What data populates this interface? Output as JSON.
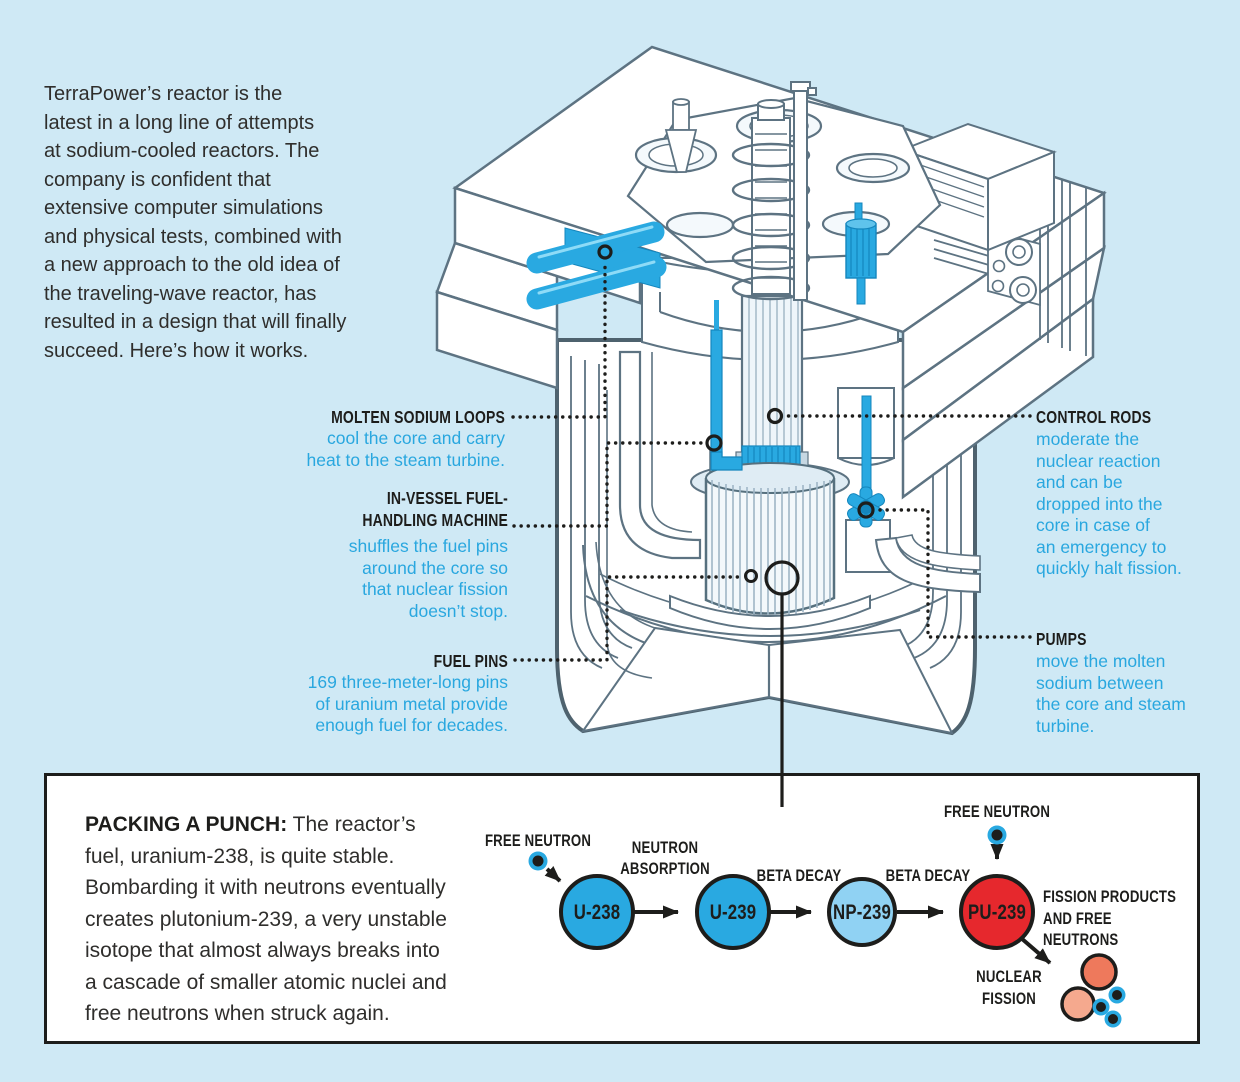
{
  "intro": {
    "text": "TerraPower’s reactor is the\nlatest in a long line of attempts\nat sodium-cooled reactors. The\ncompany is confident that\nextensive computer simulations\nand physical tests, combined with\na new approach to the old idea of\nthe traveling-wave reactor, has\nresulted in a design that will finally\nsucceed. Here’s how it works."
  },
  "callouts": {
    "molten_sodium_loops": {
      "title": "MOLTEN SODIUM LOOPS",
      "body": "cool the core and carry\nheat to the steam turbine."
    },
    "in_vessel_fuel_handling_machine": {
      "title": "IN-VESSEL FUEL-\nHANDLING MACHINE",
      "body": "shuffles the fuel pins\naround the core so\nthat nuclear fission\ndoesn’t stop."
    },
    "fuel_pins": {
      "title": "FUEL PINS",
      "body": "169 three-meter-long pins\nof uranium metal provide\nenough fuel for decades."
    },
    "control_rods": {
      "title": "CONTROL RODS",
      "body": "moderate the\nnuclear reaction\nand can be\ndropped into the\ncore in case of\nan emergency to\nquickly halt fission."
    },
    "pumps": {
      "title": "PUMPS",
      "body": "move the molten\nsodium between\nthe core and steam\nturbine."
    }
  },
  "punch": {
    "title": "PACKING A PUNCH:",
    "body": " The reactor’s\nfuel, uranium-238, is quite stable.\nBombarding it with neutrons eventually\ncreates plutonium-239, a very unstable\nisotope that almost always breaks into\na cascade of smaller atomic nuclei and\nfree neutrons when struck again."
  },
  "reaction": {
    "free_neutron_left": "FREE NEUTRON",
    "free_neutron_right": "FREE NEUTRON",
    "neutron_absorption": "NEUTRON\nABSORPTION",
    "beta_decay_1": "BETA DECAY",
    "beta_decay_2": "BETA DECAY",
    "fission_products": "FISSION PRODUCTS\nAND FREE NEUTRONS",
    "nuclear_fission": "NUCLEAR\nFISSION",
    "nodes": [
      {
        "label": "U-238",
        "color": "#29a9e1"
      },
      {
        "label": "U-239",
        "color": "#29a9e1"
      },
      {
        "label": "NP-239",
        "color": "#90d2f3"
      },
      {
        "label": "PU-239",
        "color": "#e6282d"
      }
    ]
  },
  "colors": {
    "background": "#cfe9f5",
    "accent_blue": "#29a9e1",
    "accent_blue_dark": "#1486bd",
    "light_blue_node": "#90d2f3",
    "red_node": "#e6282d",
    "salmon_dark": "#ee795c",
    "salmon_light": "#f5a98e",
    "ink": "#1d1d1b",
    "line_art": "#5d7382"
  }
}
